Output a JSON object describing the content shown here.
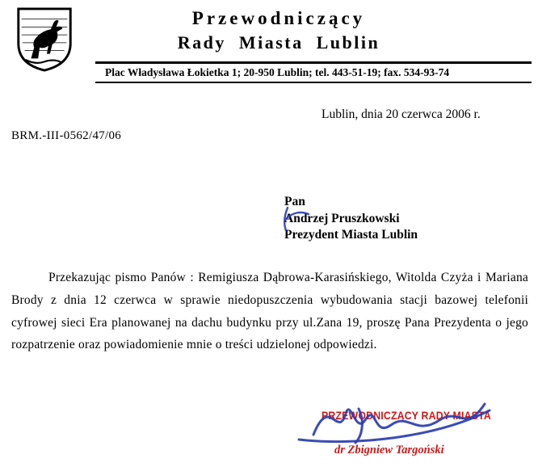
{
  "header": {
    "title_line1": "Przewodniczący",
    "title_line2": "Rady  Miasta  Lublin",
    "address": "Plac Władysława Łokietka 1; 20-950 Lublin; tel. 443-51-19;  fax. 534-93-74",
    "emblem": "lublin-coat-of-arms"
  },
  "letter": {
    "date_line": "Lublin, dnia 20 czerwca 2006 r.",
    "reference": "BRM.-III-0562/47/06",
    "recipient": {
      "line1": "Pan",
      "line2": "Andrzej Pruszkowski",
      "line3": "Prezydent Miasta Lublin"
    },
    "body": "Przekazując pismo Panów : Remigiusza Dąbrowa-Karasińskiego, Witolda Czyża i Mariana Brody  z dnia 12 czerwca w sprawie niedopuszczenia wybudowania stacji bazowej telefonii cyfrowej sieci Era planowanej na dachu budynku przy ul.Zana 19, proszę Pana Prezydenta o jego rozpatrzenie oraz powiadomienie mnie o treści udzielonej odpowiedzi."
  },
  "signature": {
    "stamp_title": "PRZEWODNICZĄCY RADY MIASTA",
    "signer": "dr Zbigniew Targoński",
    "stamp_color": "#d01818",
    "ink_color": "#2a3db0"
  }
}
